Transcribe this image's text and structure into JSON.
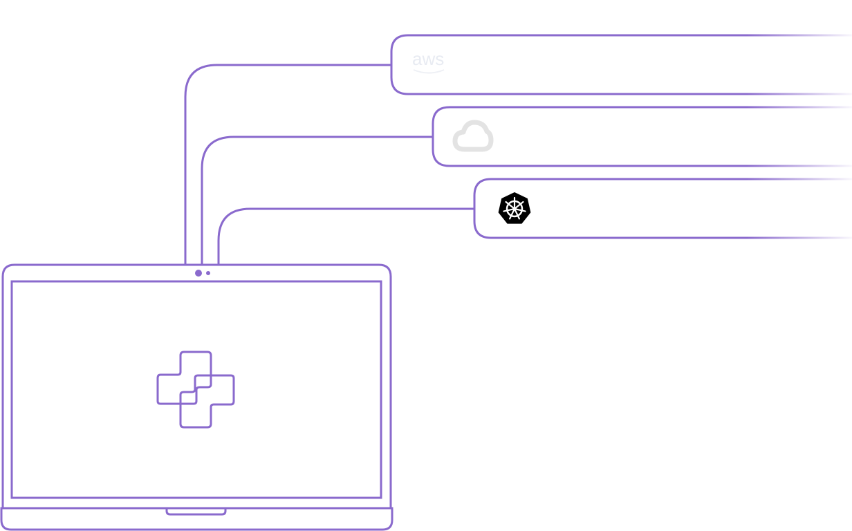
{
  "colors": {
    "accent": "#8a6acd",
    "background": "#ffffff",
    "aws_logo": "#e8ebf2",
    "gcp_logo": "#e5e5e5",
    "k8s_logo": "#000000"
  },
  "providers": [
    {
      "name": "aws",
      "label": "aws",
      "icon": "aws-logo-icon"
    },
    {
      "name": "google-cloud",
      "label": "",
      "icon": "google-cloud-icon"
    },
    {
      "name": "kubernetes",
      "label": "",
      "icon": "kubernetes-helm-icon"
    }
  ],
  "device": {
    "icon": "laptop-icon",
    "logo": "python-outline-icon"
  }
}
